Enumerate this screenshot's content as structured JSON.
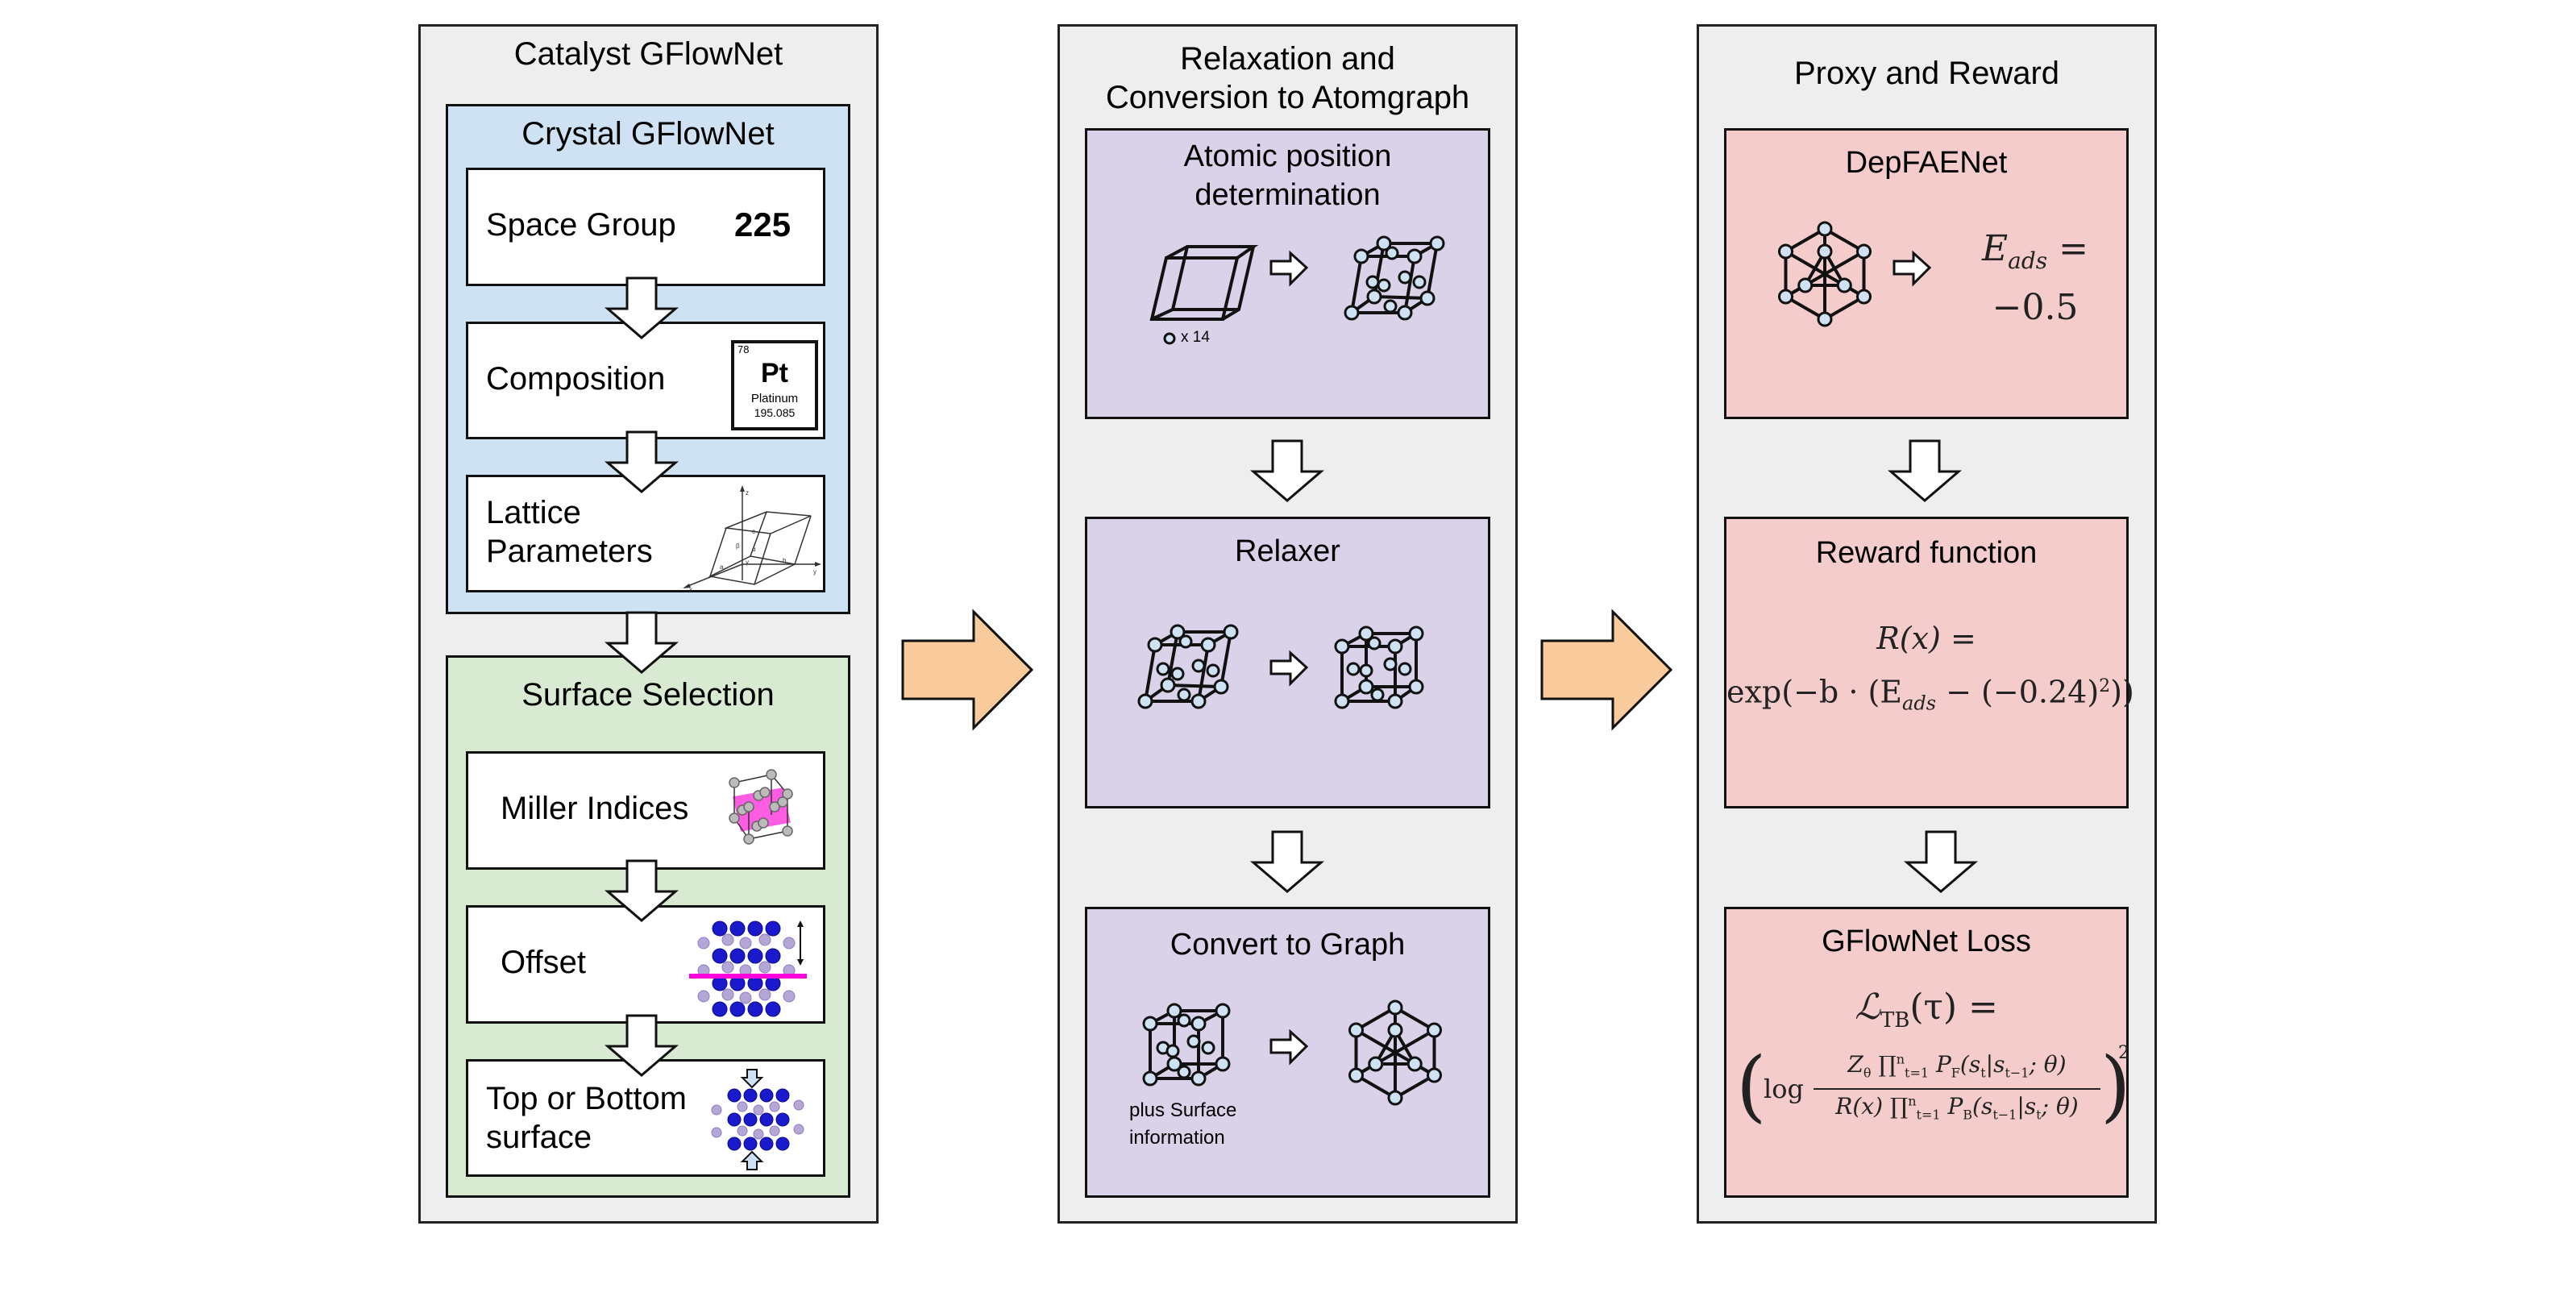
{
  "columns": [
    {
      "title": "Catalyst GFlowNet",
      "groups": [
        {
          "title": "Crystal GFlowNet",
          "color": "#cfe2f3",
          "steps": [
            {
              "label": "Space Group",
              "value": "225"
            },
            {
              "label": "Composition",
              "element": {
                "number": "78",
                "symbol": "Pt",
                "name": "Platinum",
                "mass": "195.085"
              }
            },
            {
              "label_line1": "Lattice",
              "label_line2": "Parameters",
              "axes": {
                "x": "x",
                "y": "y",
                "z": "z",
                "a": "a",
                "b": "b",
                "c": "c",
                "alpha": "α",
                "beta": "β",
                "gamma": "γ"
              }
            }
          ]
        },
        {
          "title": "Surface Selection",
          "color": "#d9ead3",
          "steps": [
            {
              "label": "Miller Indices"
            },
            {
              "label": "Offset"
            },
            {
              "label_line1": "Top or Bottom",
              "label_line2": "surface"
            }
          ]
        }
      ]
    },
    {
      "title_line1": "Relaxation and",
      "title_line2": "Conversion to Atomgraph",
      "color": "#d9d2e9",
      "stages": [
        {
          "title_line1": "Atomic position",
          "title_line2": "determination",
          "caption": "x 14"
        },
        {
          "title": "Relaxer"
        },
        {
          "title": "Convert to Graph",
          "caption_line1": "plus Surface",
          "caption_line2": "information"
        }
      ]
    },
    {
      "title": "Proxy and Reward",
      "color": "#f4cccc",
      "stages": [
        {
          "title": "DepFAENet",
          "formula": {
            "lhs": "E",
            "sub": "ads",
            "eq": " =",
            "value": "−0.5"
          }
        },
        {
          "title": "Reward function",
          "formula": {
            "line1": "R(x) =",
            "line2_pre": "exp(−b · (E",
            "line2_sub": "ads",
            "line2_post": " − (−0.24)",
            "line2_sup": "2",
            "line2_end": "))"
          }
        },
        {
          "title": "GFlowNet Loss",
          "formula": {
            "lhs": "ℒ",
            "lhs_sub": "TB",
            "lhs_arg": "(τ) =",
            "log": "log",
            "num": "Z",
            "num_sub": "θ",
            "prod": "∏",
            "prod_sup": "n",
            "prod_sub": "t=1",
            "num_rest": "P",
            "num_rest_sub": "F",
            "num_args": "(s",
            "num_args_sub1": "t",
            "num_args_mid": "|s",
            "num_args_sub2": "t−1",
            "num_args_end": "; θ)",
            "den": "R(x)",
            "den_rest": "P",
            "den_rest_sub": "B",
            "den_args": "(s",
            "den_args_sub1": "t−1",
            "den_args_mid": "|s",
            "den_args_sub2": "t",
            "den_args_end": "; θ)",
            "power": "2"
          }
        }
      ]
    }
  ],
  "colors": {
    "column_bg": "#eeeeee",
    "flow_arrow": "#f9cb9c",
    "atom_fill": "#cfe2f3",
    "miller_plane": "#ff33dd",
    "surface_atoms_dark": "#1a1acc",
    "surface_atoms_light": "#b4a7d6"
  }
}
